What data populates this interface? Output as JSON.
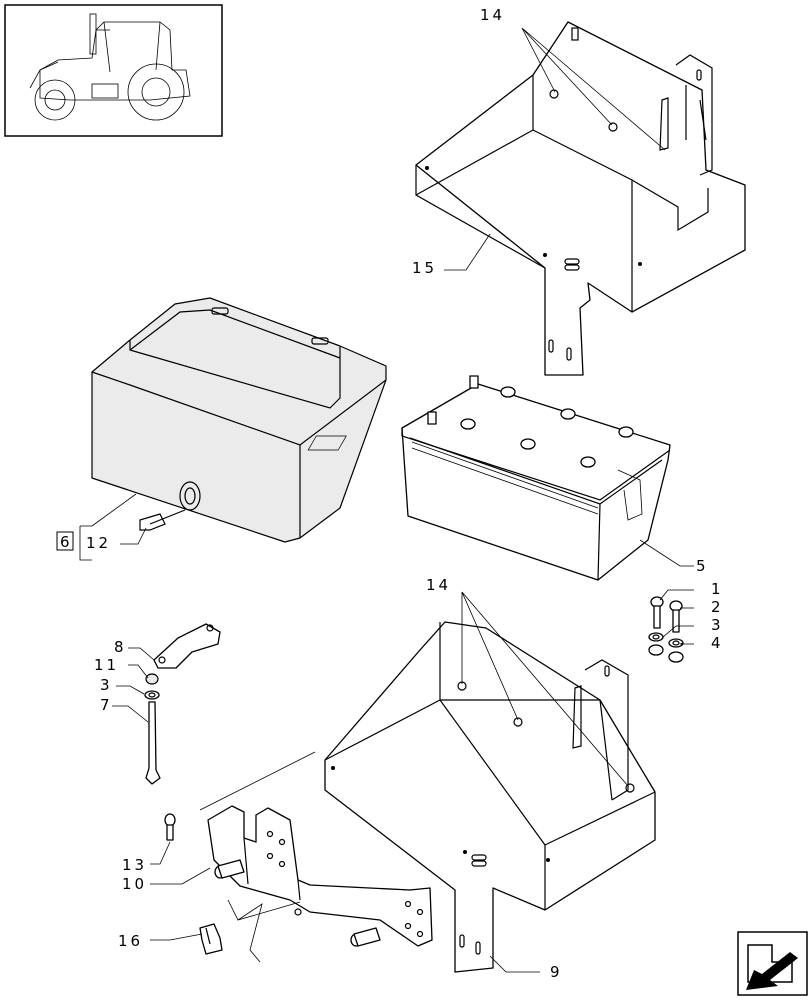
{
  "callouts": {
    "top_14": "14",
    "top_15": "15",
    "mid_14": "14",
    "c5": "5",
    "c1": "1",
    "c2": "2",
    "c3": "3",
    "c4": "4",
    "c6": "6",
    "c12": "12",
    "c8": "8",
    "c11": "11",
    "c3b": "3",
    "c7": "7",
    "c13": "13",
    "c10": "10",
    "c16": "16",
    "c9": "9"
  },
  "icons": {
    "thumbnail": "tractor-thumbnail-icon",
    "nav": "next-page-arrow-icon"
  }
}
